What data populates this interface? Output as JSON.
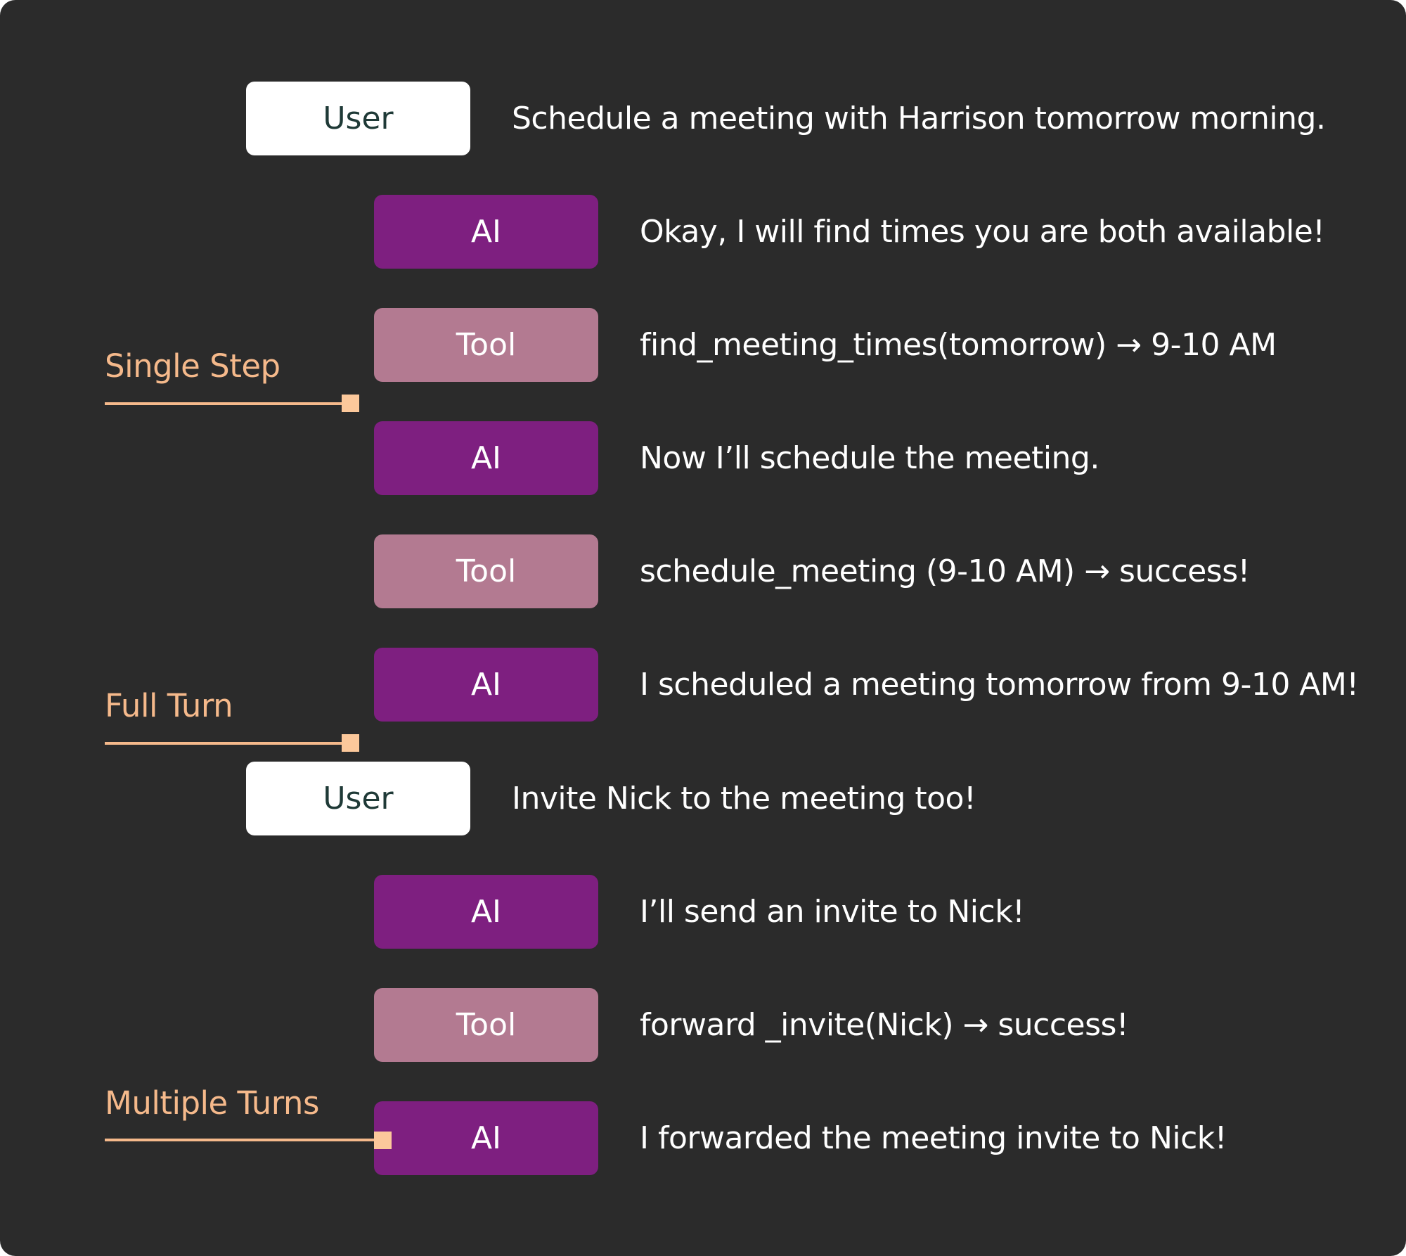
{
  "colors": {
    "background": "#2b2b2b",
    "user_box": "#ffffff",
    "user_text": "#1f3a37",
    "ai_box": "#7e1f80",
    "tool_box": "#b37a91",
    "message_text": "#ffffff",
    "bracket": "#f5b98b"
  },
  "messages": [
    {
      "role": "User",
      "text": "Schedule a meeting with Harrison tomorrow morning."
    },
    {
      "role": "AI",
      "text": "Okay, I will find times you are both available!"
    },
    {
      "role": "Tool",
      "text": "find_meeting_times(tomorrow) → 9-10 AM"
    },
    {
      "role": "AI",
      "text": "Now I’ll schedule the meeting."
    },
    {
      "role": "Tool",
      "text": "schedule_meeting (9-10 AM) → success!"
    },
    {
      "role": "AI",
      "text": "I scheduled a meeting tomorrow from 9-10 AM!"
    },
    {
      "role": "User",
      "text": "Invite Nick to the meeting too!"
    },
    {
      "role": "AI",
      "text": "I’ll send an invite to Nick!"
    },
    {
      "role": "Tool",
      "text": "forward _invite(Nick) → success!"
    },
    {
      "role": "AI",
      "text": "I forwarded the meeting invite to Nick!"
    }
  ],
  "brackets": {
    "single_step": "Single Step",
    "full_turn": "Full Turn",
    "multiple_turns": "Multiple Turns"
  }
}
